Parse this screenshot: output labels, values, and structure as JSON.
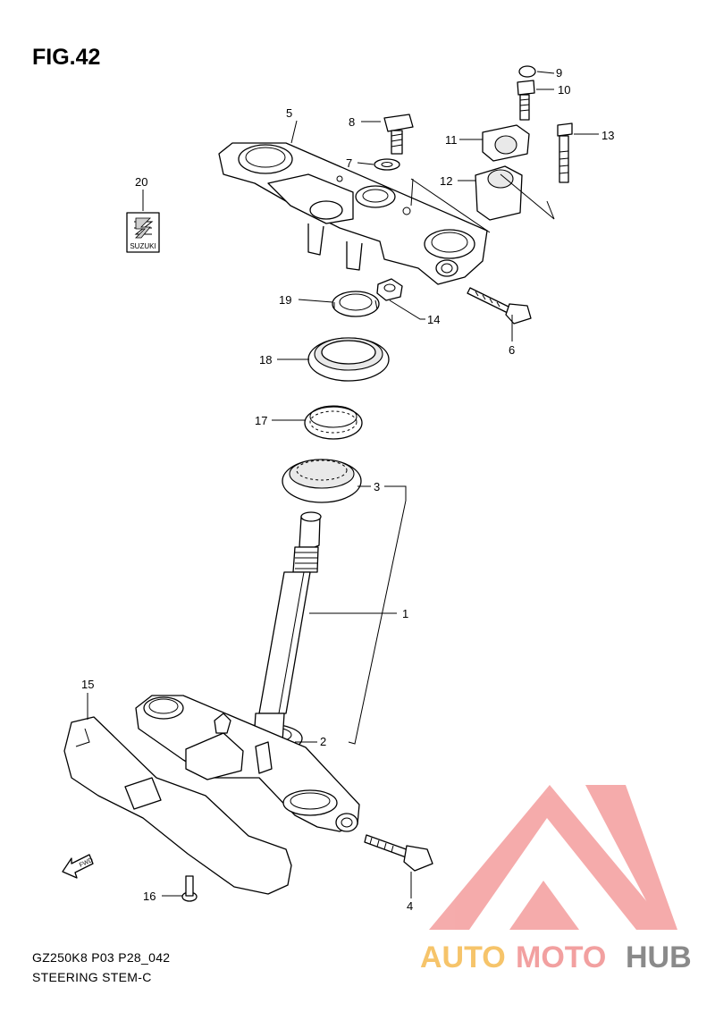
{
  "figure": {
    "title": "FIG.42",
    "code": "GZ250K8 P03 P28_042",
    "subtitle": "STEERING STEM-C"
  },
  "callouts": [
    "1",
    "2",
    "3",
    "4",
    "5",
    "6",
    "7",
    "8",
    "9",
    "10",
    "11",
    "12",
    "13",
    "14",
    "15",
    "16",
    "17",
    "18",
    "19",
    "20"
  ],
  "fwd_label": "FWD",
  "emblem_text": "SUZUKI",
  "watermark": {
    "auto": "AUTO",
    "moto": "MOTO",
    "hub": "HUB",
    "colors": {
      "auto": "#f6c46a",
      "moto": "#f2a0a0",
      "hub": "#8a8a8a",
      "logo": "#f4a3a3"
    }
  }
}
